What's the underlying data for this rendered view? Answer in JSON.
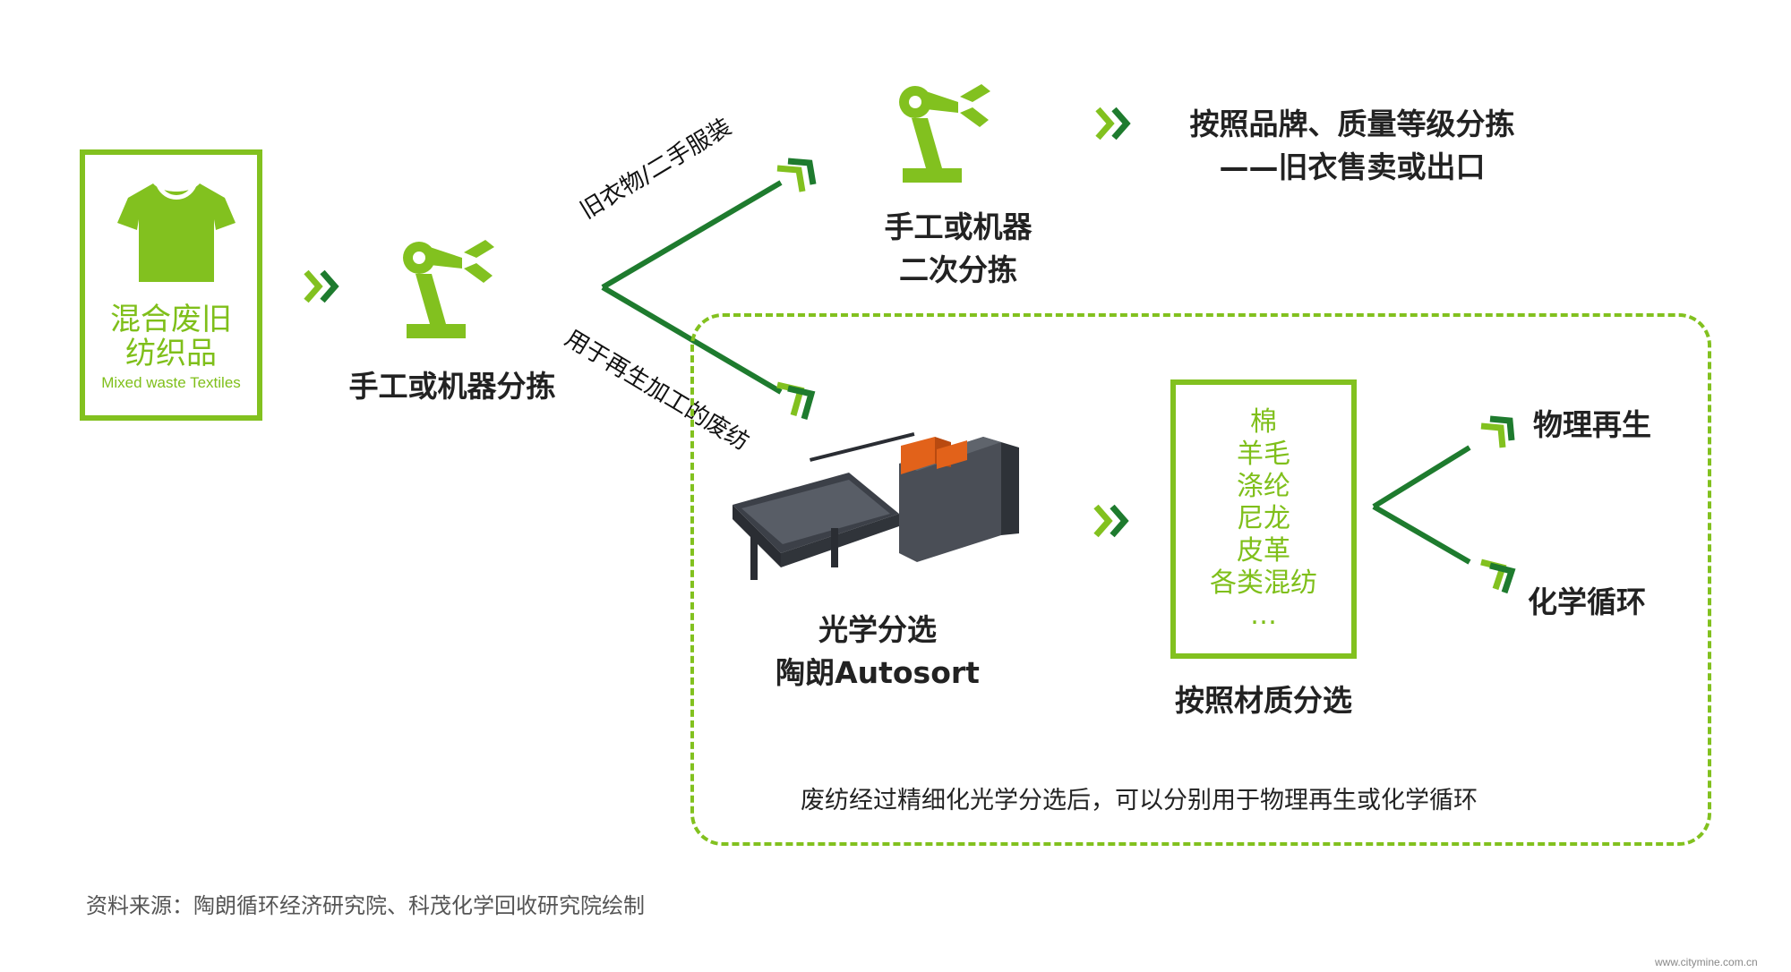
{
  "input": {
    "title_line1": "混合废旧",
    "title_line2": "纺织品",
    "subtitle": "Mixed waste Textiles",
    "icon": "tshirt-icon"
  },
  "step1": {
    "label": "手工或机器分拣",
    "icon": "robot-arm-icon"
  },
  "branch_upper": {
    "label": "旧衣物/二手服装"
  },
  "branch_lower": {
    "label": "用于再生加工的废纺"
  },
  "step2": {
    "label_line1": "手工或机器",
    "label_line2": "二次分拣",
    "icon": "robot-arm-icon"
  },
  "resale": {
    "line1": "按照品牌、质量等级分拣",
    "line2": "——旧衣售卖或出口"
  },
  "optical": {
    "line1": "光学分选",
    "line2": "陶朗Autosort",
    "image": "sorting-machine-image"
  },
  "materials": {
    "items": [
      "棉",
      "羊毛",
      "涤纶",
      "尼龙",
      "皮革",
      "各类混纺",
      "…"
    ],
    "caption": "按照材质分选"
  },
  "outcomes": {
    "physical": "物理再生",
    "chemical": "化学循环"
  },
  "region_note": "废纺经过精细化光学分选后，可以分别用于物理再生或化学循环",
  "source": "资料来源：陶朗循环经济研究院、科茂化学回收研究院绘制",
  "watermark": "www.citymine.com.cn",
  "colors": {
    "light_green": "#82c11f",
    "dark_green": "#1e7b2e",
    "text": "#222222"
  }
}
